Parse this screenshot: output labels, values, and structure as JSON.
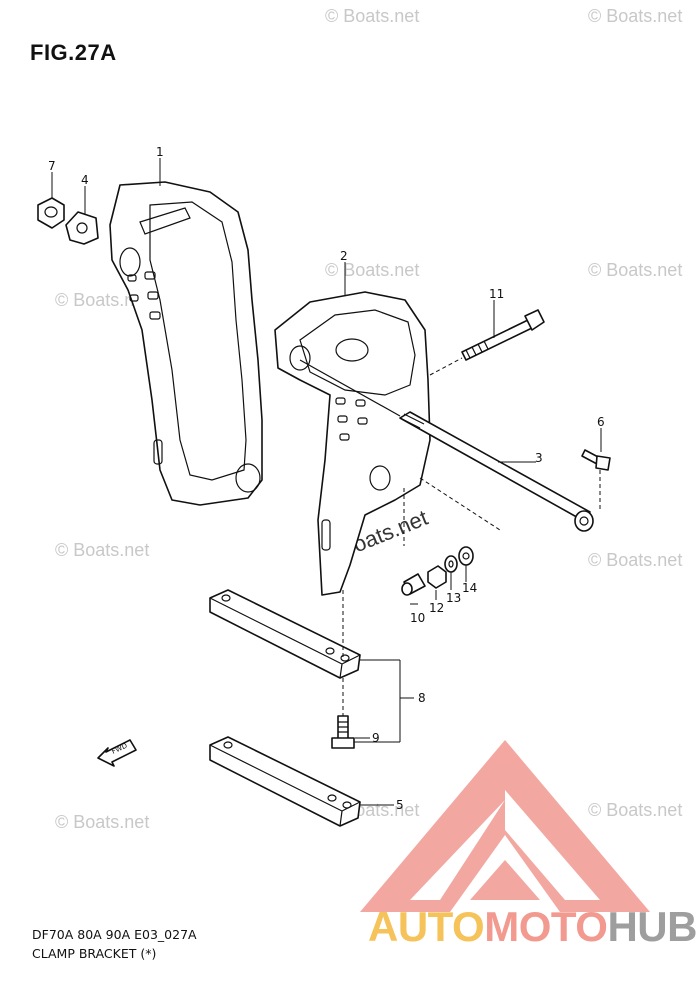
{
  "figure_title": "FIG.27A",
  "footer": {
    "model": "DF70A 80A 90A E03_027A",
    "caption": "CLAMP BRACKET (*)"
  },
  "watermark_text": "© Boats.net",
  "brand": {
    "part1": "AUTO",
    "part2": "MOTO",
    "part3": "HUB"
  },
  "direction_arrow_label": "FWD",
  "callouts": [
    "1",
    "2",
    "3",
    "4",
    "5",
    "6",
    "7",
    "8",
    "9",
    "10",
    "11",
    "12",
    "13",
    "14"
  ],
  "colors": {
    "brand_auto": "#f6c25a",
    "brand_moto": "#f29a90",
    "brand_hub": "#9e9e9e",
    "logo_red": "#f08a82",
    "watermark": "#c8c8c8"
  }
}
